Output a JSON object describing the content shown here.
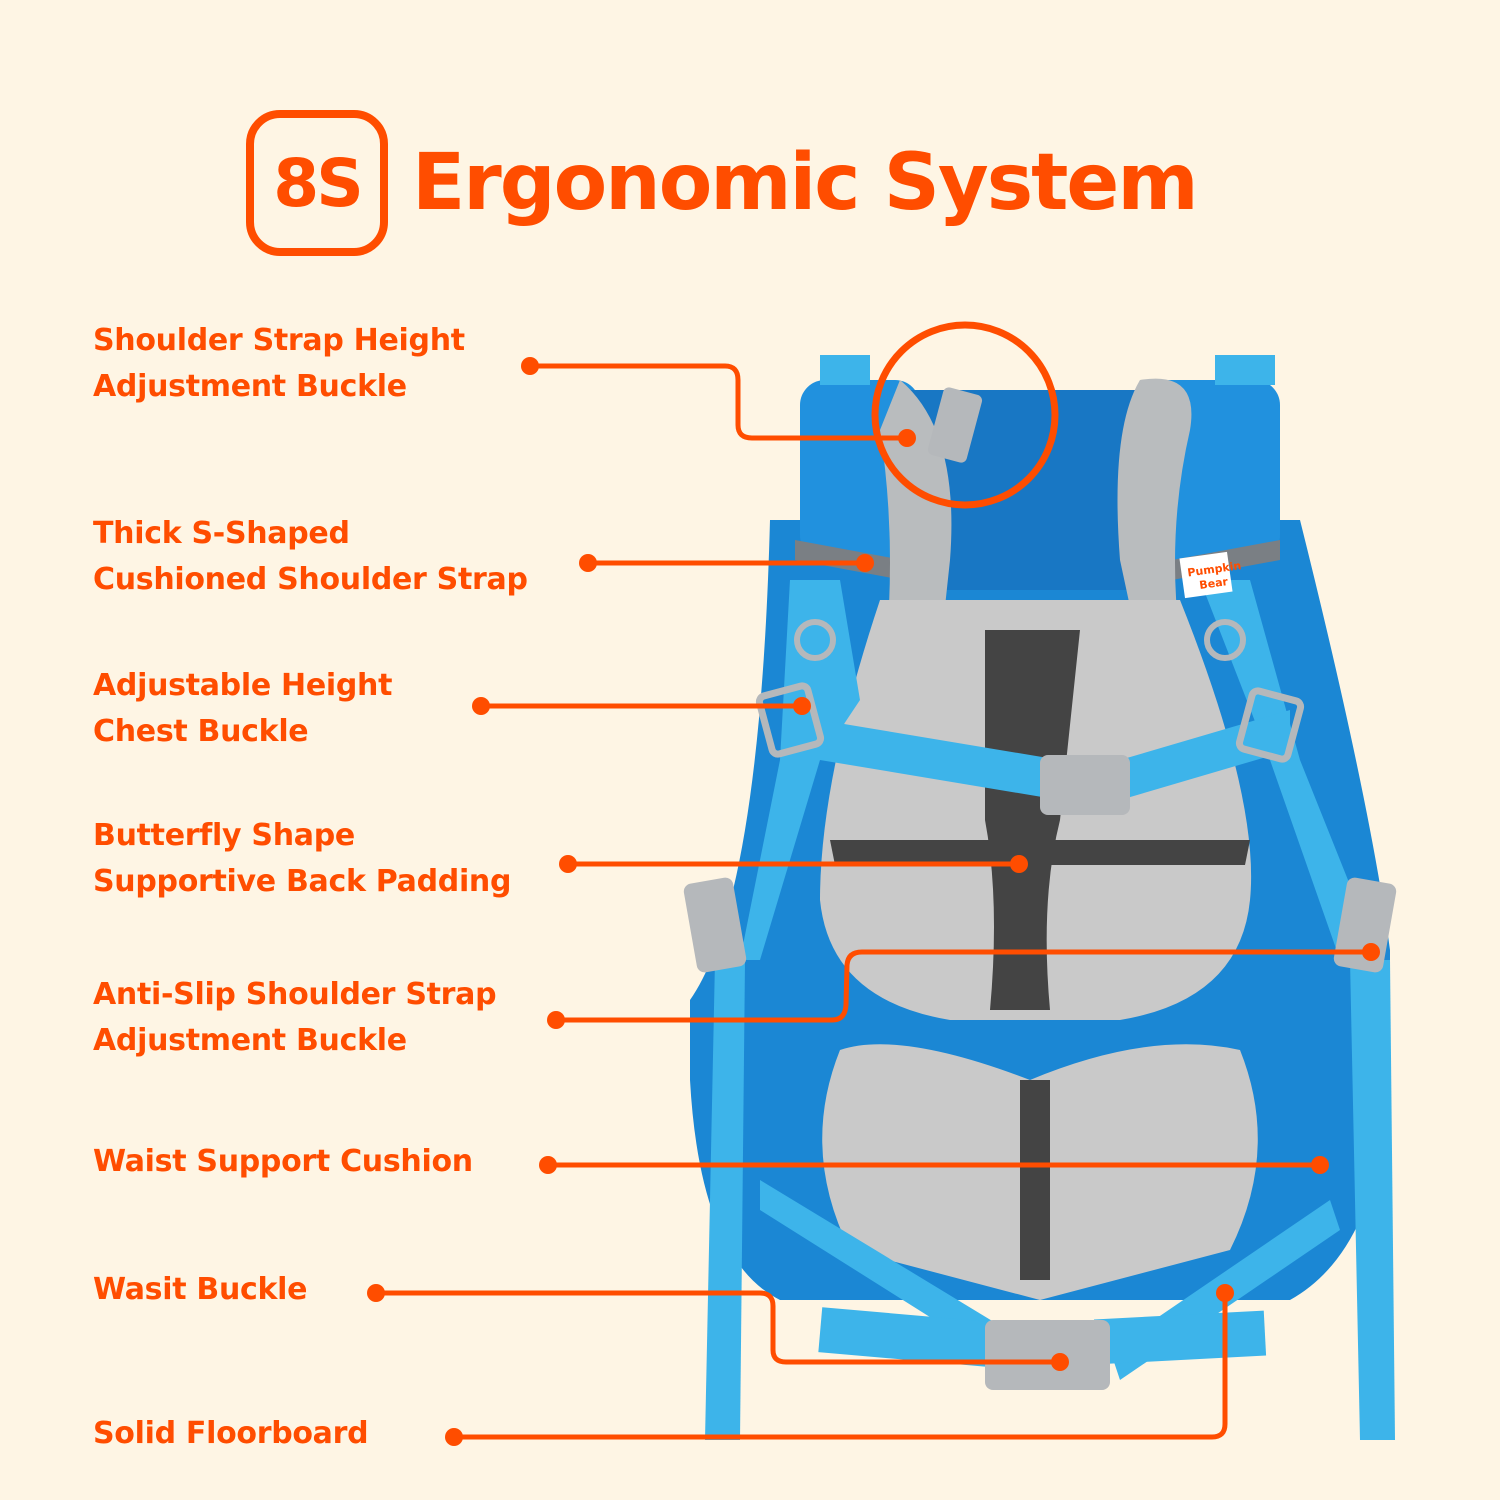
{
  "header": {
    "badge": "8S",
    "title": "Ergonomic System"
  },
  "colors": {
    "background": "#fef5e4",
    "accent": "#ff4d00",
    "bag_blue": "#1b87d4",
    "strap_blue": "#3db4ea",
    "mesh_gray": "#c9c9c9",
    "buckle_gray": "#b5b8bb"
  },
  "brand_tag": {
    "line1": "Pumpkin",
    "line2": "Bear"
  },
  "callouts": [
    {
      "lines": [
        "Shoulder Strap Height",
        "Adjustment Buckle"
      ]
    },
    {
      "lines": [
        "Thick S-Shaped",
        "Cushioned Shoulder Strap"
      ]
    },
    {
      "lines": [
        "Adjustable Height",
        "Chest Buckle"
      ]
    },
    {
      "lines": [
        "Butterfly Shape",
        "Supportive Back Padding"
      ]
    },
    {
      "lines": [
        "Anti-Slip Shoulder Strap",
        "Adjustment Buckle"
      ]
    },
    {
      "lines": [
        "Waist Support Cushion"
      ]
    },
    {
      "lines": [
        "Wasit Buckle"
      ]
    },
    {
      "lines": [
        "Solid Floorboard"
      ]
    }
  ]
}
